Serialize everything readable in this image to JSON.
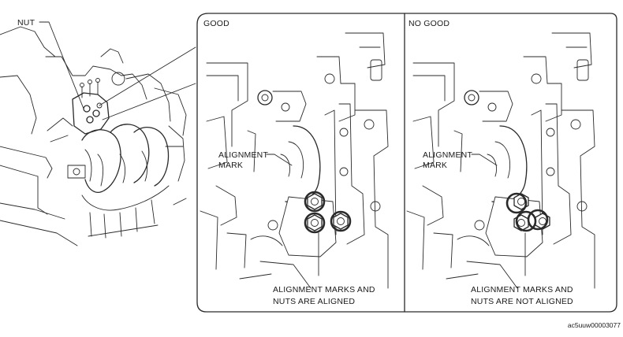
{
  "labels": {
    "nut": "NUT",
    "good": "GOOD",
    "no_good": "NO GOOD",
    "good_alignment_mark": [
      "ALIGNMENT",
      "MARK"
    ],
    "nogood_alignment_mark": [
      "ALIGNMENT",
      "MARK"
    ],
    "good_caption": [
      "ALIGNMENT MARKS AND",
      "NUTS ARE ALIGNED"
    ],
    "nogood_caption": [
      "ALIGNMENT MARKS AND",
      "NUTS ARE NOT ALIGNED"
    ]
  },
  "figure_code": "ac5uuw00003077",
  "colors": {
    "line": "#2a2a2a",
    "background": "#ffffff"
  }
}
